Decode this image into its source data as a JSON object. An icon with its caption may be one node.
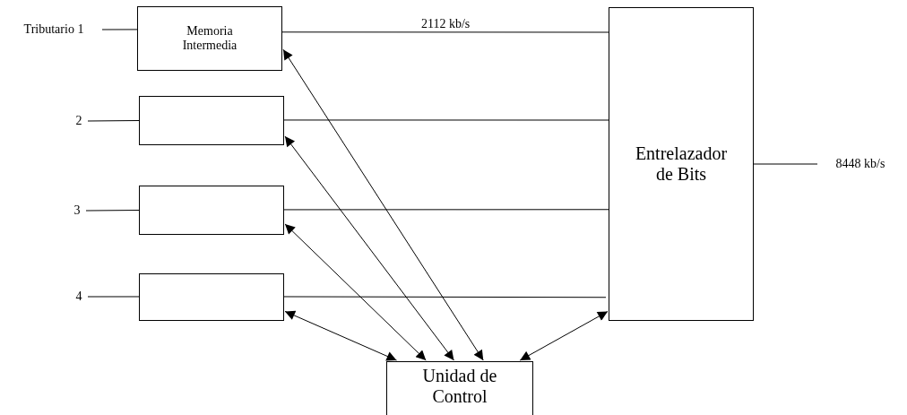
{
  "diagram": {
    "nodes": [
      {
        "text": [
          "Tributario  1"
        ]
      },
      {
        "text": [
          "Memoria Intermedia"
        ]
      },
      {
        "text": [
          "2"
        ]
      },
      {
        "text": [],
        "shape": "box"
      },
      {
        "text": [
          "3"
        ]
      },
      {
        "text": [],
        "shape": "box"
      },
      {
        "text": [
          "4"
        ]
      },
      {
        "text": [],
        "shape": "box"
      },
      {
        "text": [
          "Entrelazador de Bits"
        ]
      },
      {
        "text": [
          "Unidad de Control"
        ]
      },
      {
        "text": [
          "8448 kb/s"
        ]
      }
    ],
    "edges": [
      {
        "from": 0,
        "to": 1,
        "arrow": "none"
      },
      {
        "from": 2,
        "to": 3,
        "arrow": "none"
      },
      {
        "from": 4,
        "to": 5,
        "arrow": "none"
      },
      {
        "from": 6,
        "to": 7,
        "arrow": "none"
      },
      {
        "from": 1,
        "to": 8,
        "arrow": "none",
        "label": "2112 kb/s"
      },
      {
        "from": 3,
        "to": 8,
        "arrow": "none"
      },
      {
        "from": 5,
        "to": 8,
        "arrow": "none"
      },
      {
        "from": 7,
        "to": 8,
        "arrow": "none"
      },
      {
        "from": 9,
        "to": 1,
        "arrow": "both"
      },
      {
        "from": 9,
        "to": 3,
        "arrow": "both"
      },
      {
        "from": 9,
        "to": 5,
        "arrow": "both"
      },
      {
        "from": 9,
        "to": 7,
        "arrow": "both"
      },
      {
        "from": 9,
        "to": 8,
        "arrow": "both"
      },
      {
        "from": 8,
        "to": 10,
        "arrow": "none"
      }
    ]
  }
}
